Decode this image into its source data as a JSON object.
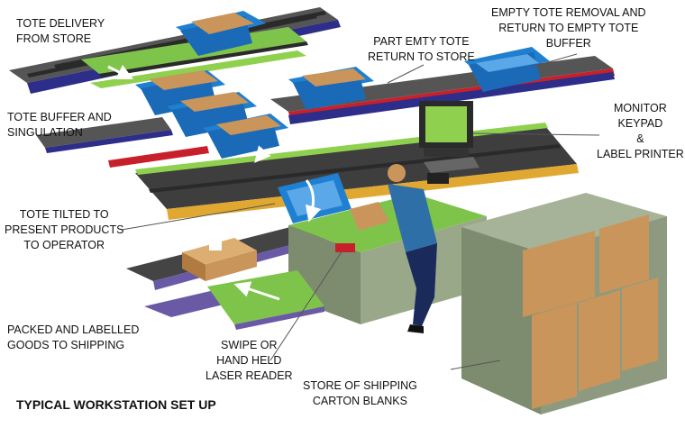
{
  "title": "TYPICAL WORKSTATION SET UP",
  "labels": {
    "tote_delivery": "TOTE DELIVERY\nFROM STORE",
    "tote_buffer": "TOTE BUFFER AND\nSINGULATION",
    "tote_tilted": "TOTE TILTED TO\nPRESENT PRODUCTS\nTO OPERATOR",
    "packed_labelled": "PACKED AND LABELLED\nGOODS TO SHIPPING",
    "swipe_reader": "SWIPE OR\nHAND HELD\nLASER READER",
    "store_cartons": "STORE OF SHIPPING\nCARTON BLANKS",
    "part_empty": "PART EMTY TOTE\nRETURN TO STORE",
    "empty_removal": "EMPTY TOTE REMOVAL AND\nRETURN TO EMPTY TOTE\nBUFFER",
    "monitor": "MONITOR\nKEYPAD\n&\nLABEL PRINTER"
  },
  "colors": {
    "conveyor_top": "#4a4a4a",
    "conveyor_edge": "#2a2a2a",
    "stripe_green": "#8fd14f",
    "tote_blue": "#1f7fd0",
    "carton": "#c9955a",
    "cabinet": "#8d9a80",
    "table_green": "#7ec44b",
    "base_purple": "#6a5aa6",
    "rail_red": "#c8202a",
    "rail_yellow": "#e0b020"
  },
  "icons": {
    "operator": "operator-figure",
    "monitor": "computer-monitor-icon",
    "keypad": "keyboard-icon"
  }
}
